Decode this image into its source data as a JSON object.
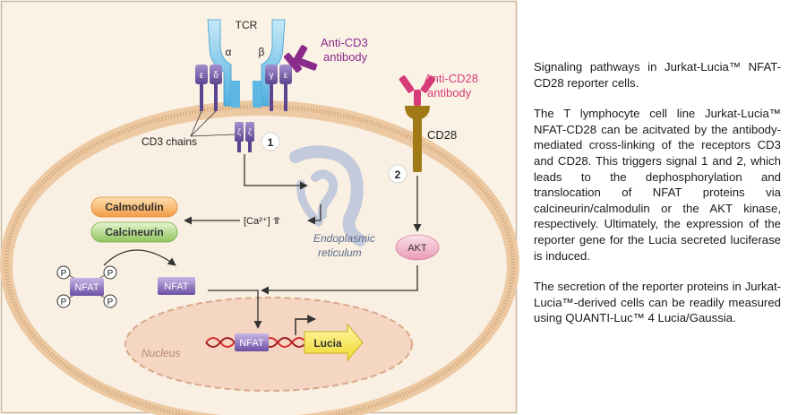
{
  "diagram": {
    "tcr_label": "TCR",
    "alpha_label": "α",
    "beta_label": "β",
    "epsilon_label": "ε",
    "delta_label": "δ",
    "gamma_label": "γ",
    "zeta_label": "ζ",
    "anti_cd3_line1": "Anti-CD3",
    "anti_cd3_line2": "antibody",
    "anti_cd28_line1": "Anti-CD28",
    "anti_cd28_line2": "antibody",
    "cd28_label": "CD28",
    "cd3_chains_label": "CD3 chains",
    "signal_1": "1",
    "signal_2": "2",
    "calmodulin_label": "Calmodulin",
    "calcineurin_label": "Calcineurin",
    "calcium_label": "[Ca²⁺] ⥣",
    "er_line1": "Endoplasmic",
    "er_line2": "reticulum",
    "akt_label": "AKT",
    "nfat_label": "NFAT",
    "phospho_label": "P",
    "nucleus_label": "Nucleus",
    "lucia_label": "Lucia",
    "colors": {
      "cytoplasm": "#f8ebd8",
      "membrane": "#e7c29b",
      "nucleus_fill": "#f3d7c4",
      "nucleus_border": "#d8a98c",
      "tcr_blue": "#7fc6ea",
      "cd3_purple": "#6f5aa3",
      "anti_cd3": "#8a2a8a",
      "anti_cd28": "#d63c78",
      "cd28_stem": "#a07a16",
      "calmodulin": "#f4a259",
      "calcineurin": "#9ccf6b",
      "akt": "#f1b4c8",
      "lucia_gene": "#f7e94b",
      "dna_red": "#d92b2b"
    }
  },
  "caption": {
    "p1": "Signaling pathways in Jurkat-Lucia™ NFAT-CD28 reporter cells.",
    "p2": "The T lymphocyte cell line Jurkat-Lucia™ NFAT-CD28 can be acitvated by the antibody-mediated cross-linking of the receptors CD3 and CD28. This triggers signal 1 and 2, which leads to the dephosphorylation and translocation of NFAT proteins via calcineurin/calmodulin or the AKT kinase, respectively. Ultimately, the expression of the reporter gene for the Lucia secreted luciferase is induced.",
    "p3": "The secretion of the reporter proteins in Jurkat-Lucia™-derived cells can be readily measured using QUANTI-Luc™ 4 Lucia/Gaussia."
  }
}
